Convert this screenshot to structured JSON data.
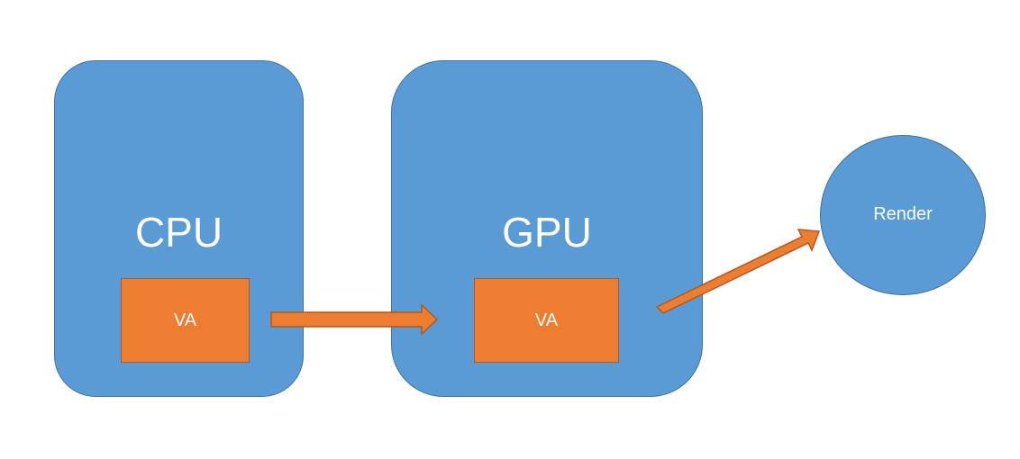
{
  "colors": {
    "block_fill": "#5b9bd5",
    "block_border": "#41719c",
    "va_fill": "#ed7d31",
    "va_border": "#ae5a21",
    "text": "#ffffff"
  },
  "cpu": {
    "label": "CPU",
    "va_label": "VA"
  },
  "gpu": {
    "label": "GPU",
    "va_label": "VA"
  },
  "render": {
    "label": "Render"
  },
  "arrows": [
    {
      "from": "cpu-va",
      "to": "gpu"
    },
    {
      "from": "gpu",
      "to": "render"
    }
  ]
}
